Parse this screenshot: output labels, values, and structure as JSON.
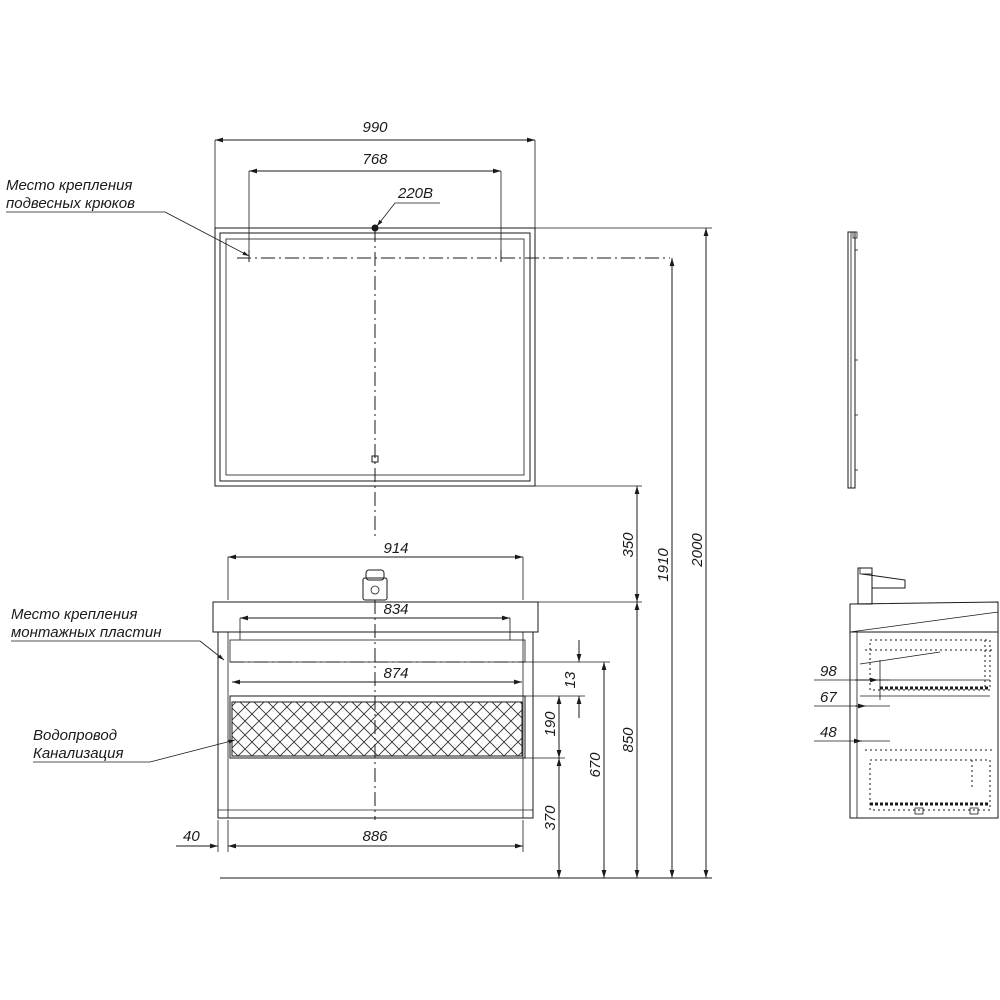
{
  "labels": {
    "hooks_line1": "Место крепления",
    "hooks_line2": "подвесных крюков",
    "voltage": "220В",
    "plates_line1": "Место крепления",
    "plates_line2": "монтажных пластин",
    "pipes_line1": "Водопровод",
    "pipes_line2": "Канализация"
  },
  "dimensions": {
    "mirror_width": "990",
    "hook_spacing": "768",
    "basin_width": "914",
    "plate_spacing": "834",
    "cabinet_inner": "874",
    "cabinet_width": "886",
    "side_offset": "40",
    "gap_13": "13",
    "h_190": "190",
    "h_670": "670",
    "h_370": "370",
    "h_850": "850",
    "h_350": "350",
    "h_1910": "1910",
    "h_2000": "2000",
    "side_98": "98",
    "side_67": "67",
    "side_48": "48"
  }
}
